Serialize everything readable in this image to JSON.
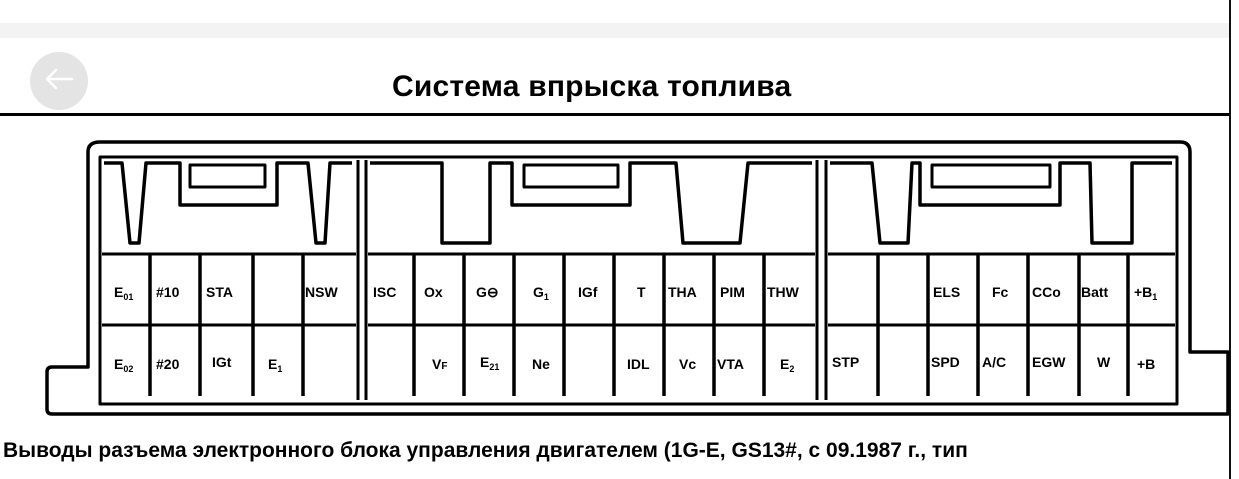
{
  "header": {
    "back_button_icon": "arrow-left-icon",
    "title": "Система впрыска топлива"
  },
  "diagram": {
    "type": "ecu-connector-pinout",
    "blocks": [
      {
        "name": "left",
        "top_row": [
          "E01",
          "#10",
          "STA",
          "",
          "NSW"
        ],
        "bottom_row": [
          "E02",
          "#20",
          "IGt",
          "E1",
          ""
        ]
      },
      {
        "name": "middle",
        "top_row": [
          "ISC",
          "Ox",
          "G⊖",
          "G1",
          "IGf",
          "T",
          "THA",
          "PIM",
          "THW"
        ],
        "bottom_row": [
          "",
          "VF",
          "E21",
          "Ne",
          "",
          "IDL",
          "Vc",
          "VTA",
          "E2"
        ]
      },
      {
        "name": "right",
        "top_row": [
          "",
          "",
          "ELS",
          "Fc",
          "CCo",
          "Batt",
          "+B1"
        ],
        "bottom_row": [
          "STP",
          "",
          "SPD",
          "A/C",
          "EGW",
          "W",
          "+B"
        ]
      }
    ]
  },
  "caption": "Выводы разъема электронного блока управления двигателем (1G-E, GS13#, с 09.1987 г., тип"
}
